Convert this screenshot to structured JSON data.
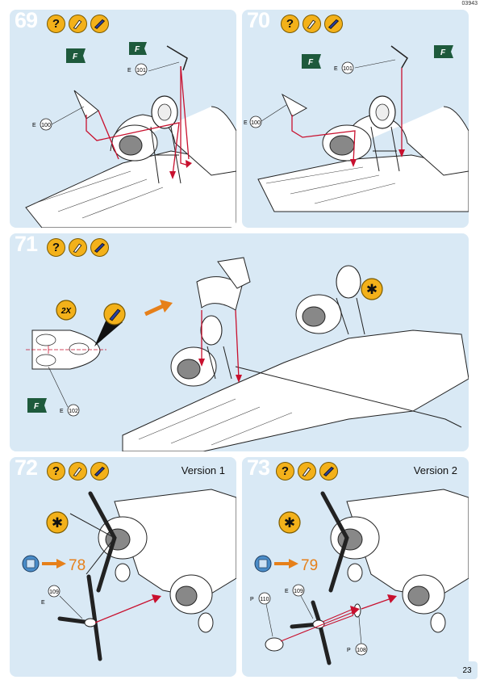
{
  "page": {
    "code": "03943",
    "number": "23"
  },
  "steps": [
    {
      "num": "69",
      "icons": [
        "question-icon",
        "brush-icon",
        "paint-icon"
      ],
      "labels": {
        "flag1": "F",
        "flag2": "F",
        "part1": "101",
        "part1_prefix": "E",
        "part2": "100",
        "part2_prefix": "E"
      }
    },
    {
      "num": "70",
      "icons": [
        "question-icon",
        "brush-icon",
        "paint-icon"
      ],
      "labels": {
        "flag1": "F",
        "flag2": "F",
        "part1": "101",
        "part1_prefix": "E",
        "part2": "100",
        "part2_prefix": "E"
      }
    },
    {
      "num": "71",
      "icons": [
        "question-icon",
        "brush-icon",
        "paint-icon"
      ],
      "labels": {
        "multiplier": "2X",
        "flag": "F",
        "part": "102",
        "part_prefix": "E"
      }
    },
    {
      "num": "72",
      "icons": [
        "question-icon",
        "brush-icon",
        "paint-icon"
      ],
      "version": "Version 1",
      "labels": {
        "goto": "78",
        "part": "109",
        "part_prefix": "E"
      }
    },
    {
      "num": "73",
      "icons": [
        "question-icon",
        "brush-icon",
        "paint-icon"
      ],
      "version": "Version 2",
      "labels": {
        "goto": "79",
        "part1": "110",
        "part1_prefix": "P",
        "part2": "109",
        "part2_prefix": "E",
        "part3": "108",
        "part3_prefix": "P"
      }
    }
  ],
  "colors": {
    "panel": "#d9e9f5",
    "icon": "#f3b11a",
    "arrow": "#c8102e",
    "goto": "#e6801a",
    "flag": "#1e5a3c"
  }
}
